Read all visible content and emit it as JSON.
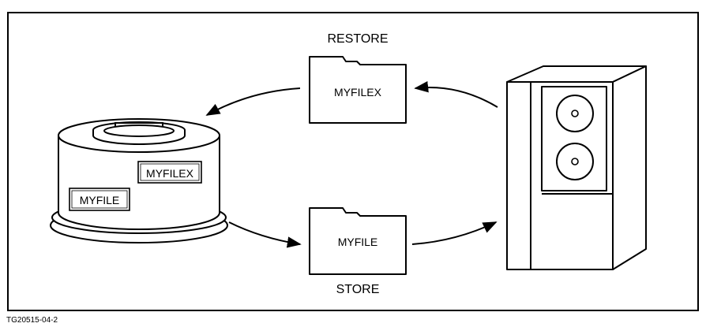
{
  "restore_label": "RESTORE",
  "store_label": "STORE",
  "restore_folder_name": "MYFILEX",
  "store_folder_name": "MYFILE",
  "disk_labels": {
    "upper": "MYFILEX",
    "lower": "MYFILE"
  },
  "figure_id": "TG20515-04-2"
}
